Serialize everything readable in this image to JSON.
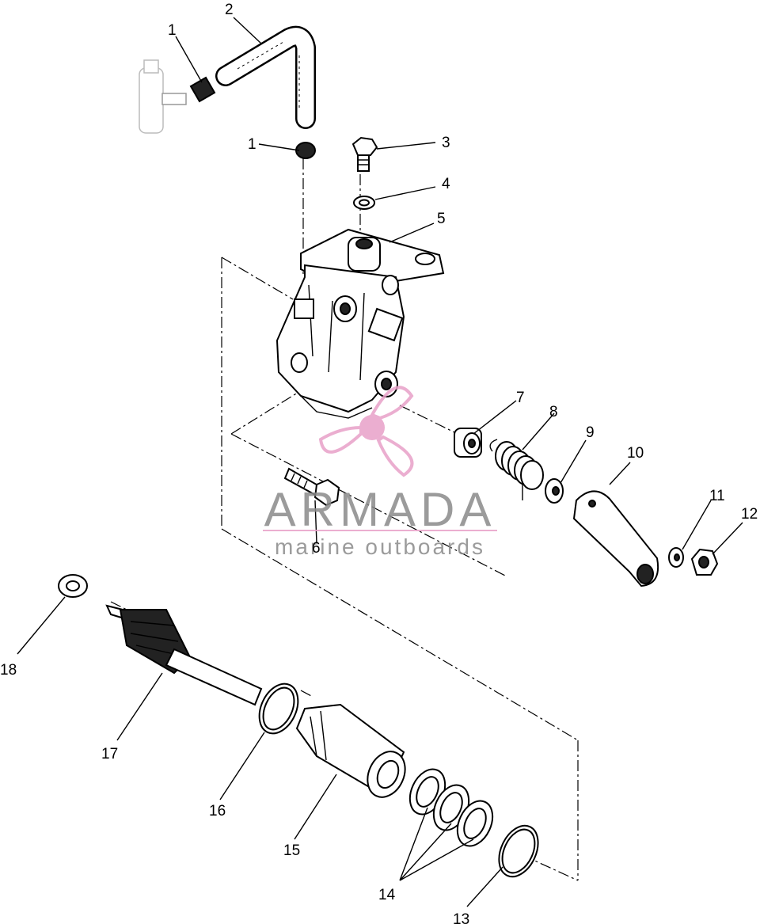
{
  "labels": [
    {
      "id": "1a",
      "text": "1"
    },
    {
      "id": "2",
      "text": "2"
    },
    {
      "id": "1b",
      "text": "1"
    },
    {
      "id": "3",
      "text": "3"
    },
    {
      "id": "4",
      "text": "4"
    },
    {
      "id": "5",
      "text": "5"
    },
    {
      "id": "6",
      "text": "6"
    },
    {
      "id": "7",
      "text": "7"
    },
    {
      "id": "8",
      "text": "8"
    },
    {
      "id": "9",
      "text": "9"
    },
    {
      "id": "10",
      "text": "10"
    },
    {
      "id": "11",
      "text": "11"
    },
    {
      "id": "12",
      "text": "12"
    },
    {
      "id": "13",
      "text": "13"
    },
    {
      "id": "14",
      "text": "14"
    },
    {
      "id": "15",
      "text": "15"
    },
    {
      "id": "16",
      "text": "16"
    },
    {
      "id": "17",
      "text": "17"
    },
    {
      "id": "18",
      "text": "18"
    }
  ],
  "watermark": {
    "brand": "ARMADA",
    "tagline": "marine outboards",
    "logo_color": "#e8a0c8",
    "text_color": "#8a8a8a"
  }
}
